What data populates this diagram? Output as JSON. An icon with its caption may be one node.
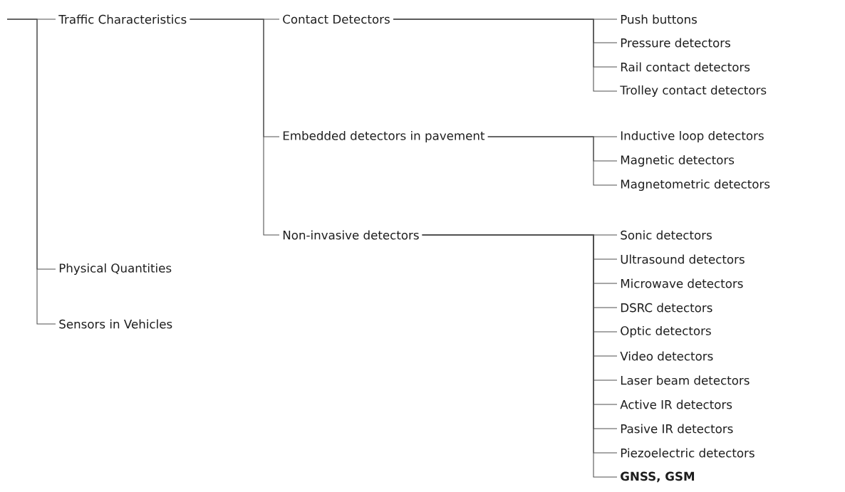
{
  "diagram": {
    "nodes": [
      {
        "text": [
          "Traffic Characteristics"
        ]
      },
      {
        "text": [
          "Physical Quantities"
        ]
      },
      {
        "text": [
          "Sensors in Vehicles"
        ]
      },
      {
        "text": [
          "Contact Detectors"
        ]
      },
      {
        "text": [
          "Embedded detectors in pavement"
        ]
      },
      {
        "text": [
          "Non-invasive detectors"
        ]
      },
      {
        "text": [
          "Push buttons"
        ]
      },
      {
        "text": [
          "Pressure detectors"
        ]
      },
      {
        "text": [
          "Rail contact detectors"
        ]
      },
      {
        "text": [
          "Trolley contact detectors"
        ]
      },
      {
        "text": [
          "Inductive loop detectors"
        ]
      },
      {
        "text": [
          "Magnetic detectors"
        ]
      },
      {
        "text": [
          "Magnetometric detectors"
        ]
      },
      {
        "text": [
          "Sonic detectors"
        ]
      },
      {
        "text": [
          "Ultrasound detectors"
        ]
      },
      {
        "text": [
          "Microwave detectors"
        ]
      },
      {
        "text": [
          "DSRC detectors"
        ]
      },
      {
        "text": [
          "Optic detectors"
        ]
      },
      {
        "text": [
          "Video detectors"
        ]
      },
      {
        "text": [
          "Laser beam detectors"
        ]
      },
      {
        "text": [
          "Active IR detectors"
        ]
      },
      {
        "text": [
          "Pasive IR detectors"
        ]
      },
      {
        "text": [
          "Piezoelectric detectors"
        ]
      },
      {
        "text": [
          "GNSS, GSM"
        ]
      }
    ],
    "edges": [
      {
        "from": null,
        "to": 0,
        "arrow": "none"
      },
      {
        "from": null,
        "to": 1,
        "arrow": "none"
      },
      {
        "from": null,
        "to": 2,
        "arrow": "none"
      },
      {
        "from": 0,
        "to": 3,
        "arrow": "none"
      },
      {
        "from": 0,
        "to": 4,
        "arrow": "none"
      },
      {
        "from": 0,
        "to": 5,
        "arrow": "none"
      },
      {
        "from": 3,
        "to": 6,
        "arrow": "none"
      },
      {
        "from": 3,
        "to": 7,
        "arrow": "none"
      },
      {
        "from": 3,
        "to": 8,
        "arrow": "none"
      },
      {
        "from": 3,
        "to": 9,
        "arrow": "none"
      },
      {
        "from": 4,
        "to": 10,
        "arrow": "none"
      },
      {
        "from": 4,
        "to": 11,
        "arrow": "none"
      },
      {
        "from": 4,
        "to": 12,
        "arrow": "none"
      },
      {
        "from": 5,
        "to": 13,
        "arrow": "none"
      },
      {
        "from": 5,
        "to": 14,
        "arrow": "none"
      },
      {
        "from": 5,
        "to": 15,
        "arrow": "none"
      },
      {
        "from": 5,
        "to": 16,
        "arrow": "none"
      },
      {
        "from": 5,
        "to": 17,
        "arrow": "none"
      },
      {
        "from": 5,
        "to": 18,
        "arrow": "none"
      },
      {
        "from": 5,
        "to": 19,
        "arrow": "none"
      },
      {
        "from": 5,
        "to": 20,
        "arrow": "none"
      },
      {
        "from": 5,
        "to": 21,
        "arrow": "none"
      },
      {
        "from": 5,
        "to": 22,
        "arrow": "none"
      },
      {
        "from": 5,
        "to": 23,
        "arrow": "none"
      }
    ]
  }
}
